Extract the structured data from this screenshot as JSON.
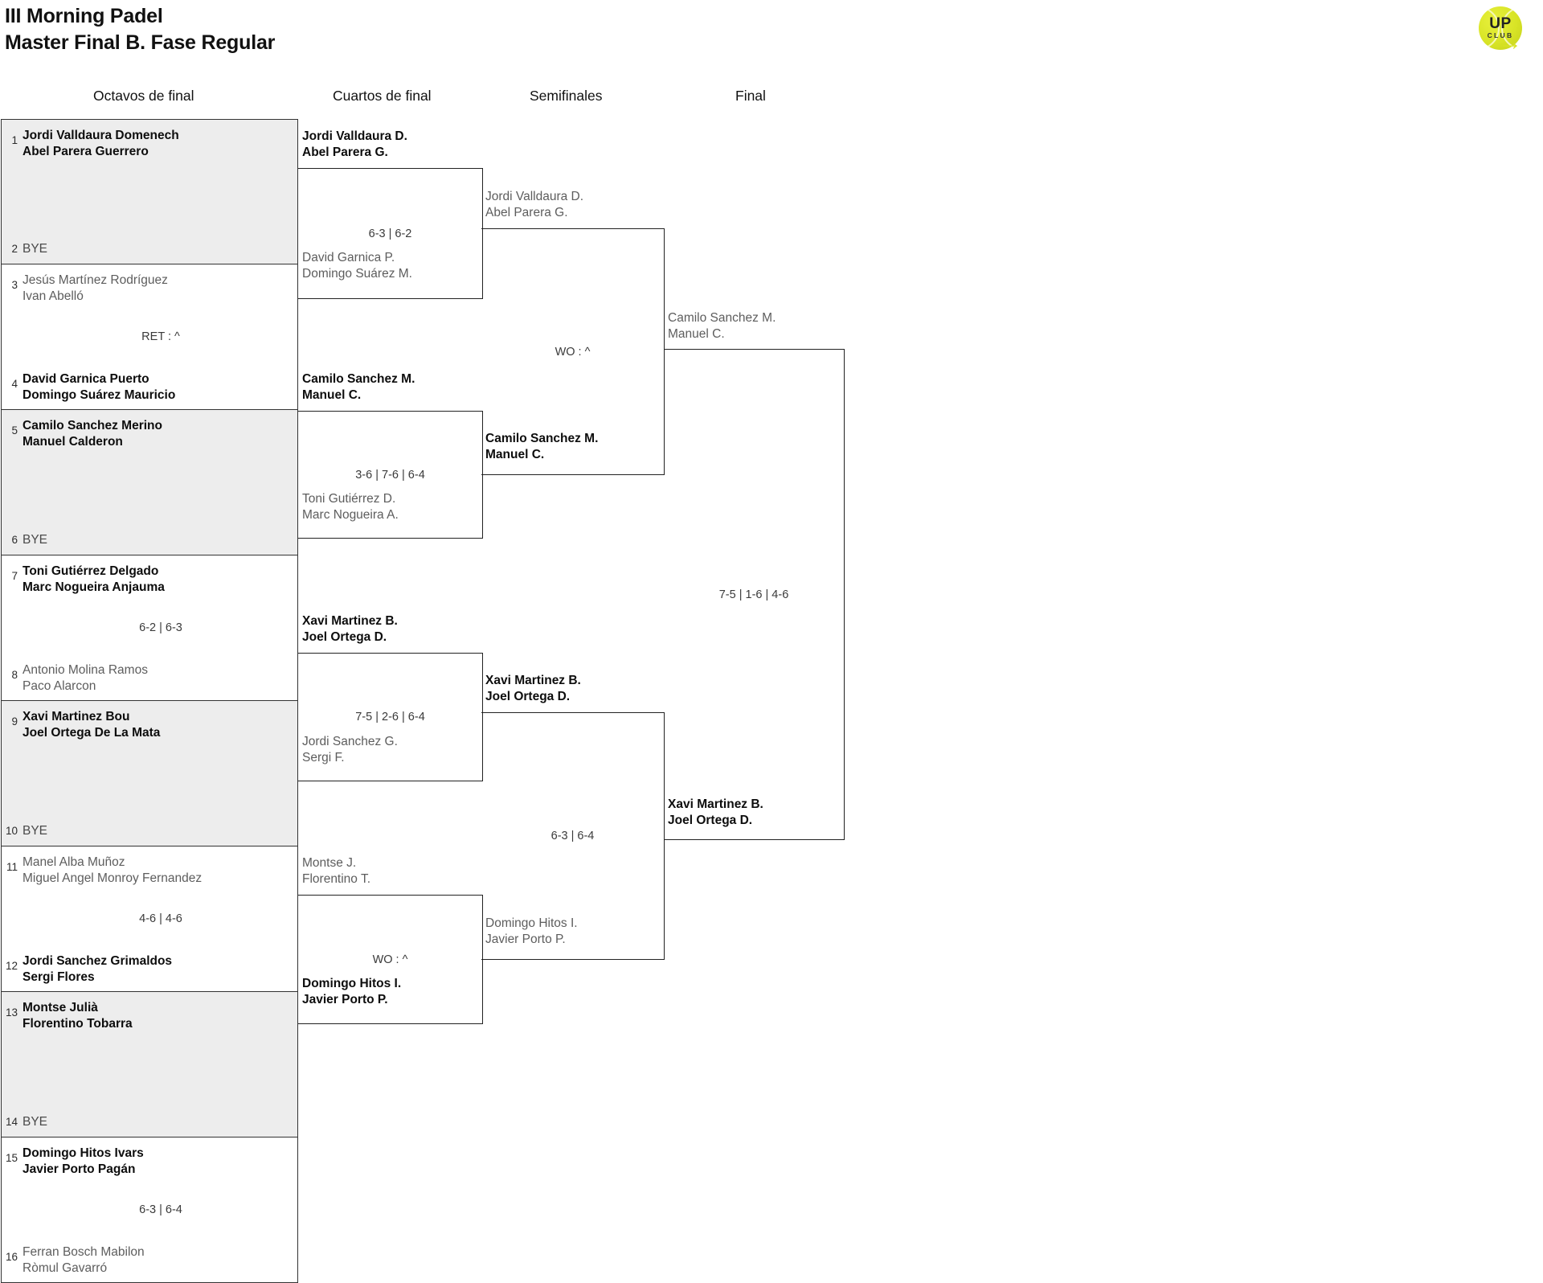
{
  "header": {
    "title_line1": "III Morning Padel",
    "title_line2": "Master Final B. Fase Regular"
  },
  "logo": {
    "primary": "UP",
    "secondary": "CLUB"
  },
  "rounds": [
    {
      "key": "octavos",
      "label": "Octavos de final"
    },
    {
      "key": "cuartos",
      "label": "Cuartos de final"
    },
    {
      "key": "semis",
      "label": "Semifinales"
    },
    {
      "key": "final",
      "label": "Final"
    }
  ],
  "octavos": [
    {
      "seed_top": "1",
      "seed_bottom": "2",
      "top": {
        "p1": "Jordi Valldaura Domenech",
        "p2": "Abel Parera Guerrero",
        "result": "winner"
      },
      "bottom": {
        "bye": "BYE",
        "result": "bye"
      },
      "score": ""
    },
    {
      "seed_top": "3",
      "seed_bottom": "4",
      "top": {
        "p1": "Jesús Martínez Rodríguez",
        "p2": "Ivan Abelló",
        "result": "loser"
      },
      "bottom": {
        "p1": "David Garnica Puerto",
        "p2": "Domingo Suárez Mauricio",
        "result": "winner"
      },
      "score": "RET : ^"
    },
    {
      "seed_top": "5",
      "seed_bottom": "6",
      "top": {
        "p1": "Camilo Sanchez Merino",
        "p2": "Manuel Calderon",
        "result": "winner"
      },
      "bottom": {
        "bye": "BYE",
        "result": "bye"
      },
      "score": ""
    },
    {
      "seed_top": "7",
      "seed_bottom": "8",
      "top": {
        "p1": "Toni Gutiérrez Delgado",
        "p2": "Marc Nogueira Anjauma",
        "result": "winner"
      },
      "bottom": {
        "p1": "Antonio Molina Ramos",
        "p2": "Paco Alarcon",
        "result": "loser"
      },
      "score": "6-2 | 6-3"
    },
    {
      "seed_top": "9",
      "seed_bottom": "10",
      "top": {
        "p1": "Xavi Martinez Bou",
        "p2": "Joel Ortega De La Mata",
        "result": "winner"
      },
      "bottom": {
        "bye": "BYE",
        "result": "bye"
      },
      "score": ""
    },
    {
      "seed_top": "11",
      "seed_bottom": "12",
      "top": {
        "p1": "Manel Alba Muñoz",
        "p2": "Miguel Angel Monroy Fernandez",
        "result": "loser"
      },
      "bottom": {
        "p1": "Jordi Sanchez Grimaldos",
        "p2": "Sergi Flores",
        "result": "winner"
      },
      "score": "4-6 | 4-6"
    },
    {
      "seed_top": "13",
      "seed_bottom": "14",
      "top": {
        "p1": "Montse Julià",
        "p2": "Florentino Tobarra",
        "result": "winner"
      },
      "bottom": {
        "bye": "BYE",
        "result": "bye"
      },
      "score": ""
    },
    {
      "seed_top": "15",
      "seed_bottom": "16",
      "top": {
        "p1": "Domingo Hitos Ivars",
        "p2": "Javier Porto Pagán",
        "result": "winner"
      },
      "bottom": {
        "p1": "Ferran Bosch Mabilon",
        "p2": "Ròmul Gavarró",
        "result": "loser"
      },
      "score": "6-3 | 6-4"
    }
  ],
  "cuartos": [
    {
      "top": {
        "p1": "Jordi Valldaura D.",
        "p2": "Abel Parera G.",
        "result": "winner"
      },
      "bottom": {
        "p1": "David Garnica P.",
        "p2": "Domingo Suárez M.",
        "result": "loser"
      },
      "score": "6-3 | 6-2"
    },
    {
      "top": {
        "p1": "Camilo Sanchez M.",
        "p2": "Manuel C.",
        "result": "winner"
      },
      "bottom": {
        "p1": "Toni Gutiérrez D.",
        "p2": "Marc Nogueira A.",
        "result": "loser"
      },
      "score": "3-6 | 7-6 | 6-4"
    },
    {
      "top": {
        "p1": "Xavi Martinez B.",
        "p2": "Joel Ortega D.",
        "result": "winner"
      },
      "bottom": {
        "p1": "Jordi Sanchez G.",
        "p2": "Sergi F.",
        "result": "loser"
      },
      "score": "7-5 | 2-6 | 6-4"
    },
    {
      "top": {
        "p1": "Montse J.",
        "p2": "Florentino T.",
        "result": "loser"
      },
      "bottom": {
        "p1": "Domingo Hitos I.",
        "p2": "Javier Porto P.",
        "result": "winner"
      },
      "score": "WO : ^"
    }
  ],
  "semis": [
    {
      "top": {
        "p1": "Jordi Valldaura D.",
        "p2": "Abel Parera G.",
        "result": "loser"
      },
      "bottom": {
        "p1": "Camilo Sanchez M.",
        "p2": "Manuel C.",
        "result": "winner"
      },
      "score": "WO : ^"
    },
    {
      "top": {
        "p1": "Xavi Martinez B.",
        "p2": "Joel Ortega D.",
        "result": "winner"
      },
      "bottom": {
        "p1": "Domingo Hitos I.",
        "p2": "Javier Porto P.",
        "result": "loser"
      },
      "score": "6-3 | 6-4"
    }
  ],
  "final": [
    {
      "top": {
        "p1": "Camilo Sanchez M.",
        "p2": "Manuel C.",
        "result": "loser"
      },
      "bottom": {
        "p1": "Xavi Martinez B.",
        "p2": "Joel Ortega D.",
        "result": "winner"
      },
      "score": "7-5 | 1-6 | 4-6"
    }
  ],
  "champion": {
    "p1": "Xavi Martinez B.",
    "p2": "Joel Ortega D."
  }
}
